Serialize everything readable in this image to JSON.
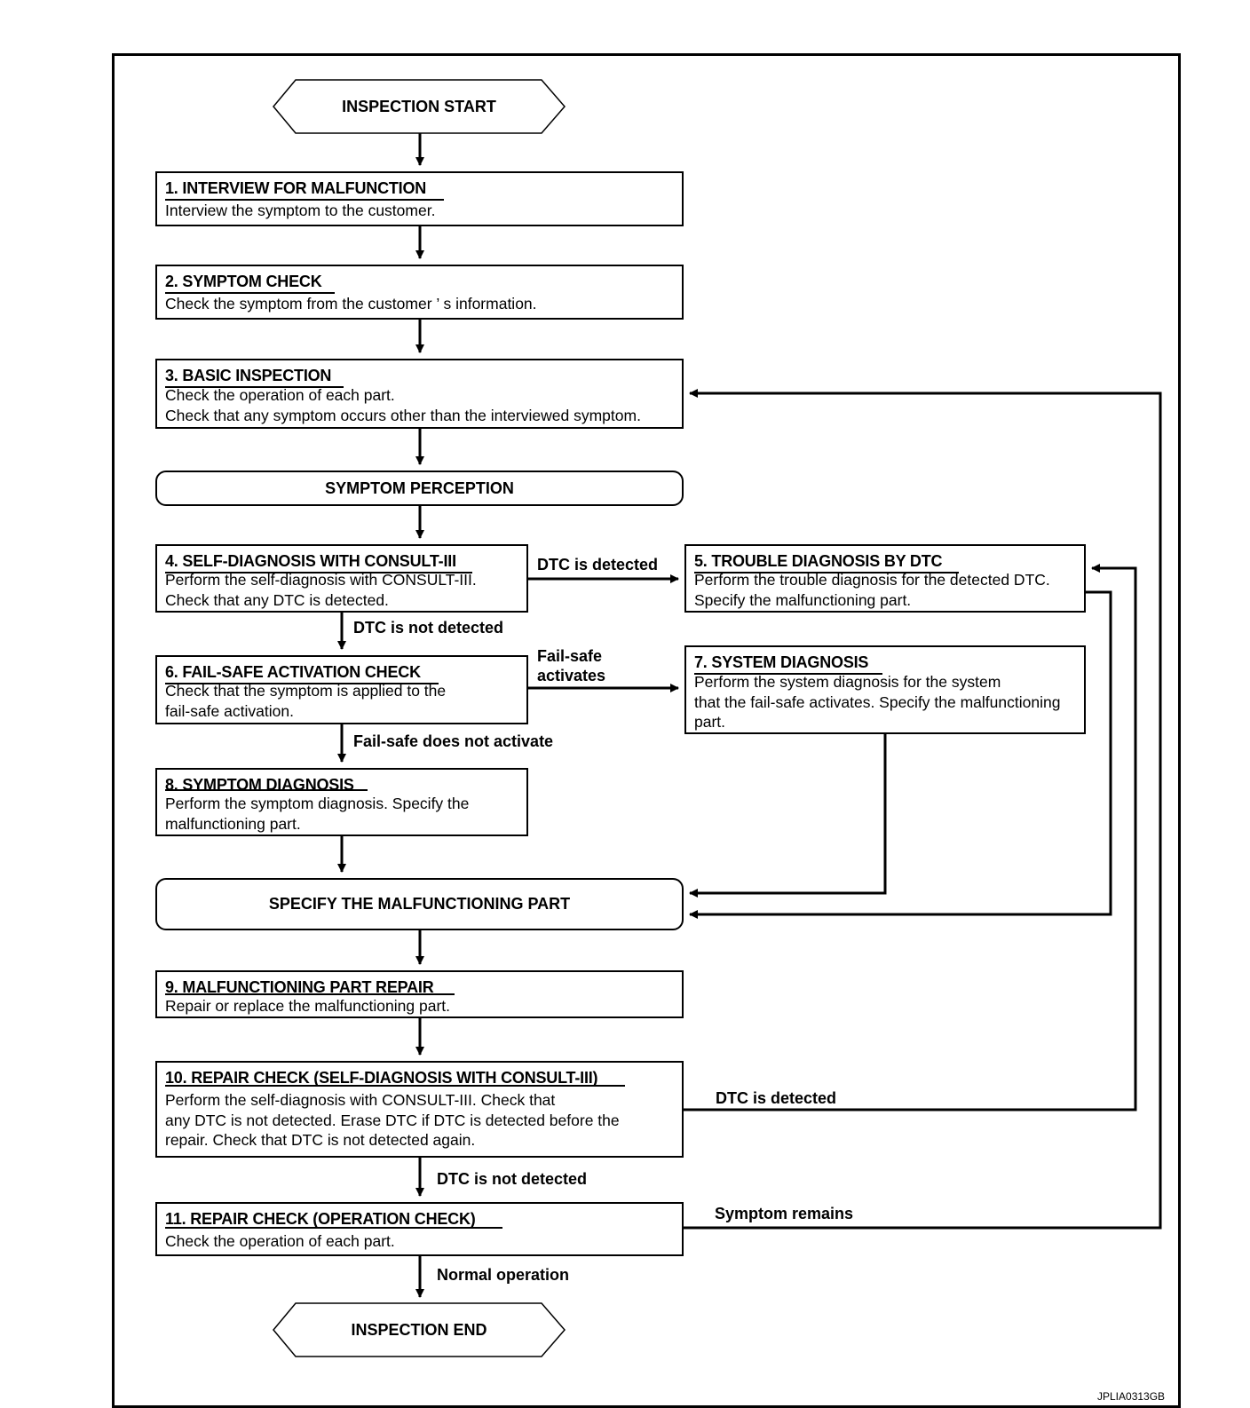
{
  "terminals": {
    "start": "INSPECTION START",
    "end": "INSPECTION END"
  },
  "milestones": {
    "symptom_perception": "SYMPTOM PERCEPTION",
    "specify_part": "SPECIFY THE MALFUNCTIONING PART"
  },
  "steps": {
    "s1": {
      "title": "1. INTERVIEW FOR MALFUNCTION",
      "lines": [
        "Interview the symptom to the customer."
      ]
    },
    "s2": {
      "title": "2. SYMPTOM CHECK",
      "lines": [
        "Check the symptom from the customer ’ s information."
      ]
    },
    "s3": {
      "title": "3. BASIC INSPECTION",
      "lines": [
        "Check the operation of each part.",
        "Check that any symptom occurs other than the interviewed symptom."
      ]
    },
    "s4": {
      "title": "4. SELF-DIAGNOSIS WITH CONSULT-III",
      "lines": [
        "Perform the self-diagnosis with CONSULT-III.",
        "Check that any DTC is detected."
      ]
    },
    "s5": {
      "title": "5. TROUBLE DIAGNOSIS BY DTC",
      "lines": [
        "Perform the trouble diagnosis for the detected DTC.",
        "Specify the malfunctioning part."
      ]
    },
    "s6": {
      "title": "6. FAIL-SAFE ACTIVATION CHECK",
      "lines": [
        "Check that the symptom is applied to the",
        "fail-safe activation."
      ]
    },
    "s7": {
      "title": "7. SYSTEM DIAGNOSIS",
      "lines": [
        "Perform the system diagnosis for the system",
        "that the fail-safe activates. Specify the malfunctioning",
        "part."
      ]
    },
    "s8": {
      "title": "8. SYMPTOM DIAGNOSIS",
      "lines": [
        "Perform the symptom diagnosis. Specify the",
        "malfunctioning part."
      ]
    },
    "s9": {
      "title": "9. MALFUNCTIONING PART REPAIR",
      "lines": [
        "Repair or replace the malfunctioning part."
      ]
    },
    "s10": {
      "title": "10. REPAIR CHECK (SELF-DIAGNOSIS WITH CONSULT-III)",
      "lines": [
        "Perform the self-diagnosis with CONSULT-III. Check that",
        "any DTC is not detected. Erase DTC if DTC is detected before the",
        "repair. Check that DTC is not detected again."
      ]
    },
    "s11": {
      "title": "11. REPAIR CHECK (OPERATION CHECK)",
      "lines": [
        "Check the operation of each part."
      ]
    }
  },
  "edge_labels": {
    "dtc_detected_4": "DTC is detected",
    "dtc_not_detected_4": "DTC is not detected",
    "failsafe_activates_1": "Fail-safe",
    "failsafe_activates_2": "activates",
    "failsafe_not_activate": "Fail-safe does not activate",
    "dtc_detected_10": "DTC is detected",
    "dtc_not_detected_10": "DTC is not detected",
    "symptom_remains": "Symptom remains",
    "normal_operation": "Normal operation"
  },
  "figure_code": "JPLIA0313GB"
}
